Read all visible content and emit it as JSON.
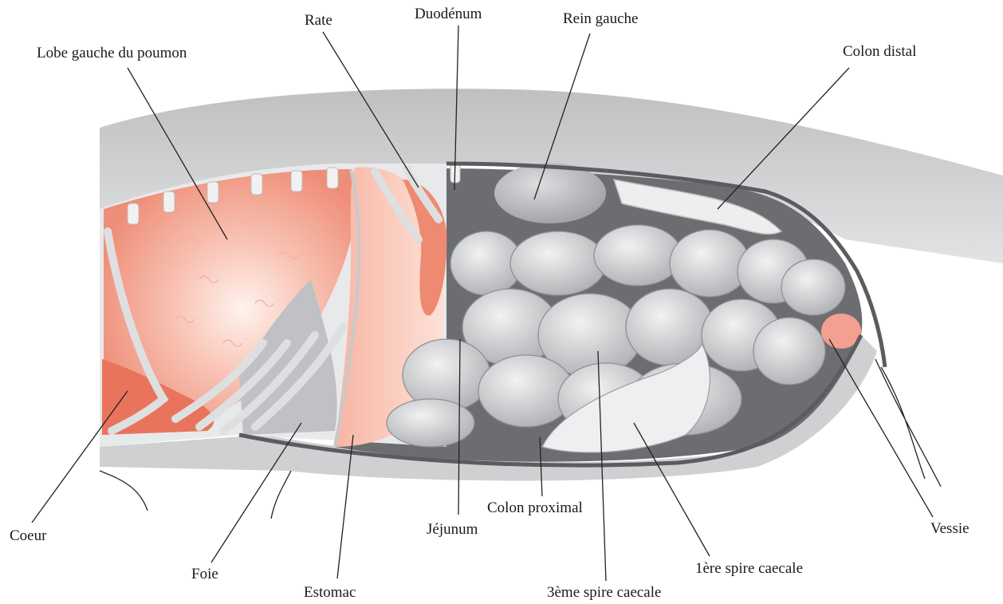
{
  "labels": {
    "lung_left_lobe": "Lobe gauche du poumon",
    "spleen": "Rate",
    "duodenum": "Duodénum",
    "left_kidney": "Rein gauche",
    "distal_colon": "Colon distal",
    "heart": "Coeur",
    "liver": "Foie",
    "stomach": "Estomac",
    "jejunum": "Jéjunum",
    "proximal_colon": "Colon proximal",
    "third_caecal_coil": "3ème spire caecale",
    "first_caecal_coil": "1ère spire caecale",
    "bladder": "Vessie"
  },
  "colors": {
    "lung": "#f4a493",
    "lung_highlight": "#fde6df",
    "heart": "#e9745c",
    "liver_stomach": "#fbcfc0",
    "spleen": "#ee8a72",
    "body_wall": "#d9dadb",
    "organ_gray": "#c7c9cc",
    "organ_light": "#e6e7e8",
    "cavity_dark": "#5a5c5f"
  }
}
